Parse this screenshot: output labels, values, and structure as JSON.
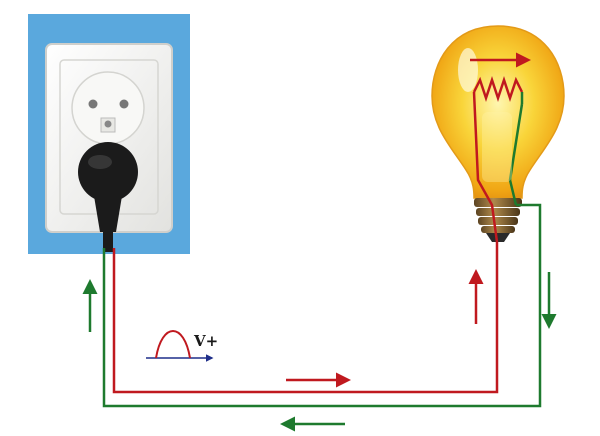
{
  "diagram": {
    "voltage_label": "V+",
    "colors": {
      "hot_wire": "#c0191f",
      "return_wire": "#1e7a2e",
      "wall_panel": "#5aa8dd",
      "socket_plate": "#f4f4f2",
      "plug": "#1b1b1b",
      "bulb_glow": "#f7c21a",
      "bulb_base": "#8a6a3a",
      "waveform": "#c0191f",
      "waveform_axis": "#1f2f8a"
    },
    "components": [
      {
        "name": "wall-socket",
        "icon": "wall-socket-icon"
      },
      {
        "name": "light-bulb",
        "icon": "light-bulb-icon"
      }
    ],
    "current_arrows": [
      {
        "wire": "hot",
        "direction": "right"
      },
      {
        "wire": "hot",
        "direction": "up"
      },
      {
        "wire": "hot",
        "direction": "right"
      },
      {
        "wire": "return",
        "direction": "down"
      },
      {
        "wire": "return",
        "direction": "left"
      },
      {
        "wire": "return",
        "direction": "up"
      }
    ]
  }
}
